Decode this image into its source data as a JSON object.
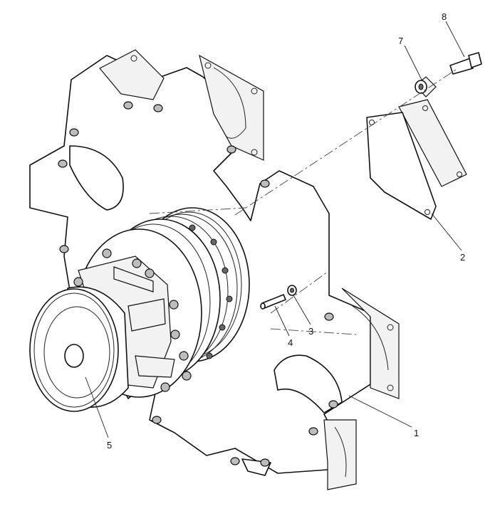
{
  "callouts": [
    {
      "id": "1",
      "text": "1"
    },
    {
      "id": "2",
      "text": "2"
    },
    {
      "id": "3",
      "text": "3"
    },
    {
      "id": "4",
      "text": "4"
    },
    {
      "id": "5",
      "text": "5"
    },
    {
      "id": "7",
      "text": "7"
    },
    {
      "id": "8",
      "text": "8"
    }
  ]
}
